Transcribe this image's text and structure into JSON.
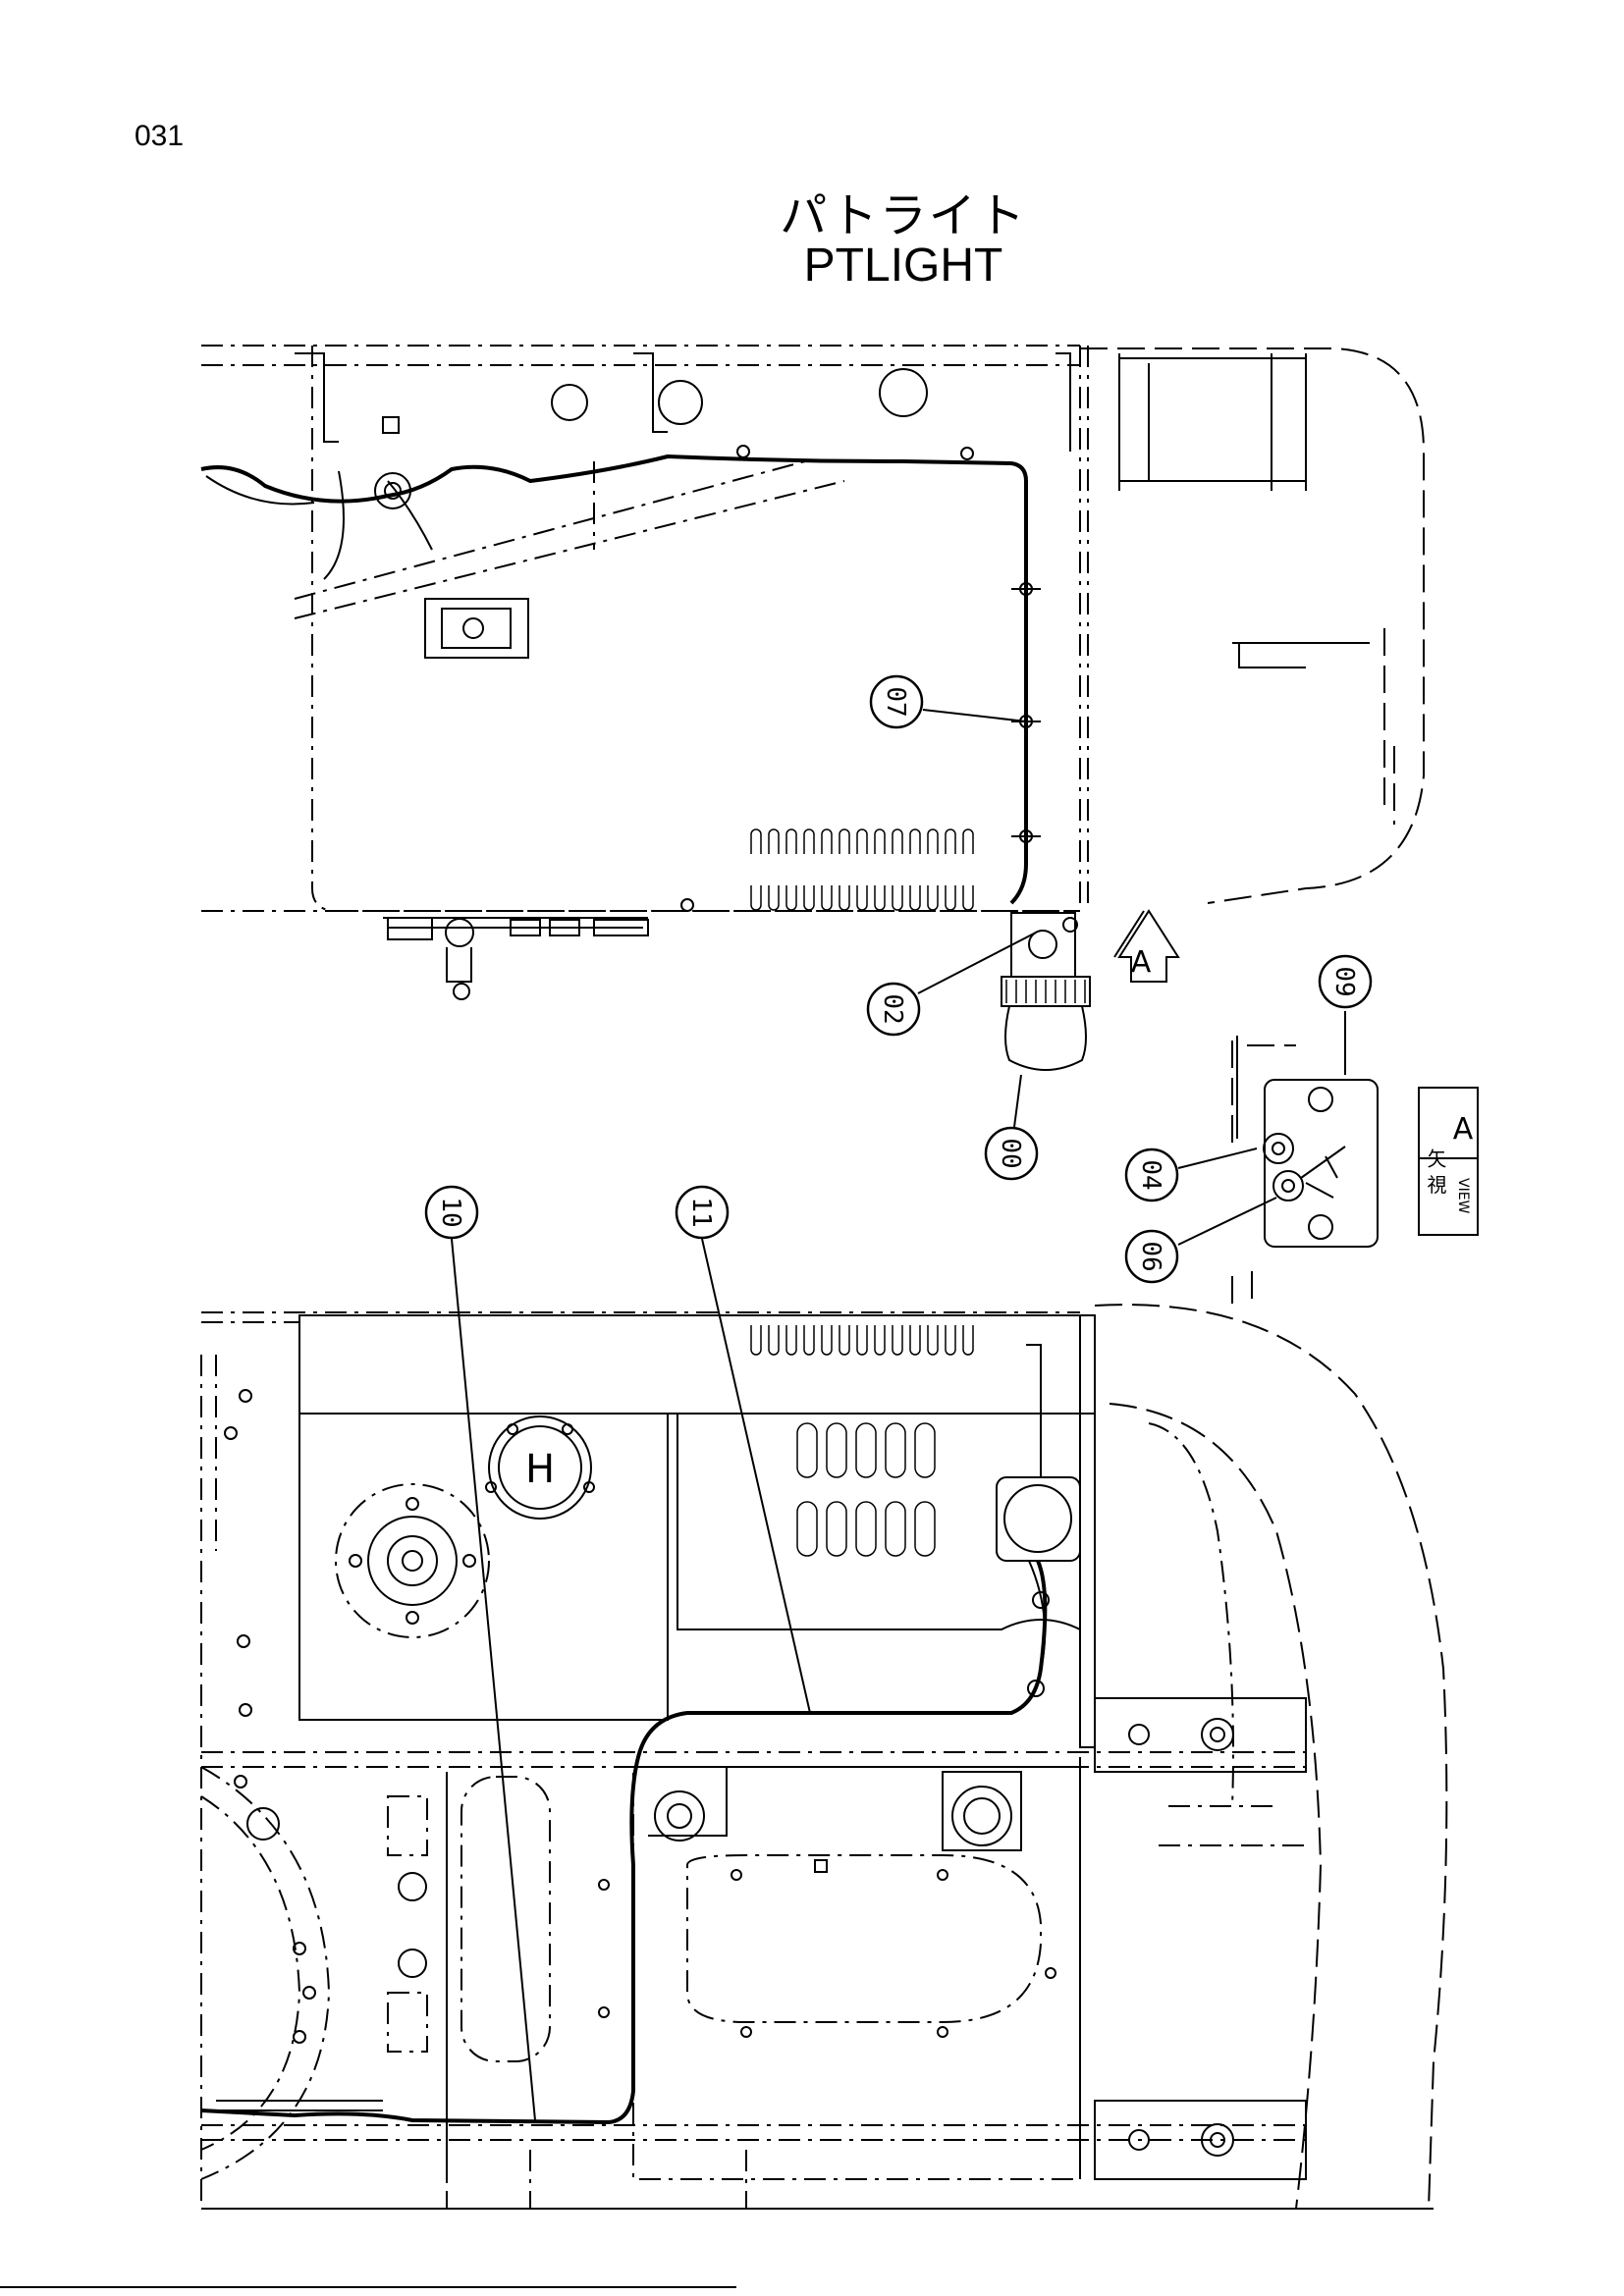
{
  "page": {
    "number": "031"
  },
  "title": {
    "japanese": "パトライト",
    "english": "PTLIGHT"
  },
  "callouts": {
    "c00": "00",
    "c02": "02",
    "c04": "04",
    "c06": "06",
    "c07": "07",
    "c09": "09",
    "c10": "10",
    "c11": "11"
  },
  "view_label": {
    "letter": "A",
    "kanji": "矢 視",
    "english": "VIEW"
  },
  "arrow_label": "A",
  "nut_symbol": "H"
}
